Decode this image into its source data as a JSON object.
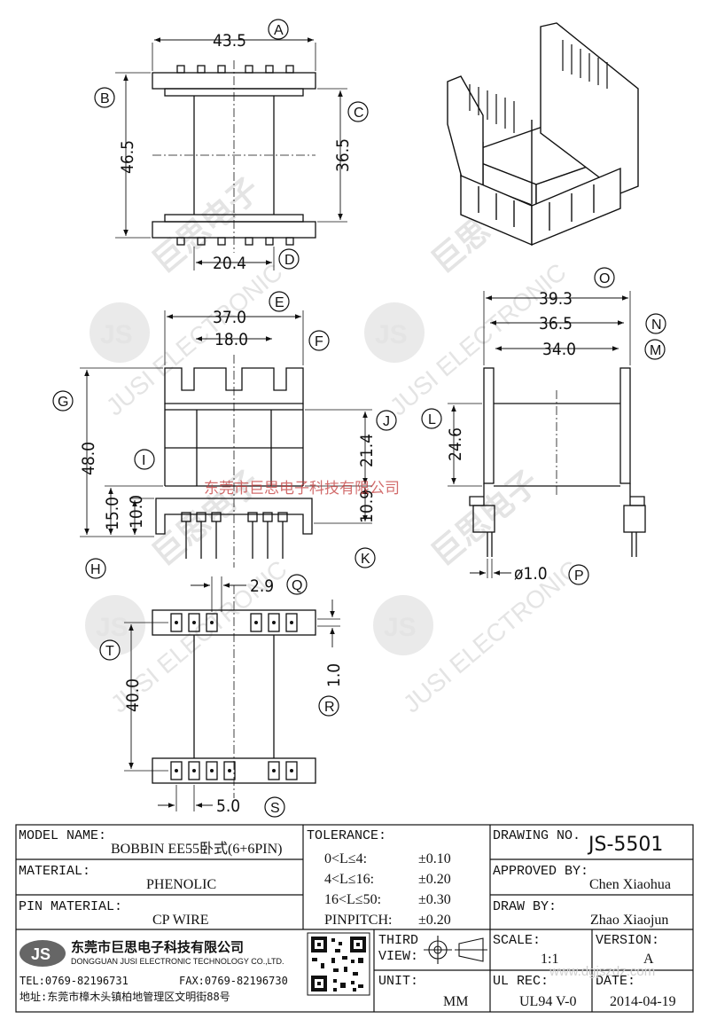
{
  "watermarks": {
    "brand": "JS",
    "company_en": "JUSI ELECTRONIC",
    "company_cn_vertical": "巨思电子",
    "overlay_company_cn": "东莞市巨思电子科技有限公司",
    "site": "www.dgjszdz.com"
  },
  "dimensions": {
    "A": "43.5",
    "B": "46.5",
    "C": "36.5",
    "D": "20.4",
    "E": "37.0",
    "F": "18.0",
    "G": "48.0",
    "H": "15.0",
    "I": "10.0",
    "J": "21.4",
    "K": "10.9",
    "O": "39.3",
    "N": "36.5",
    "M": "34.0",
    "L": "24.6",
    "P": "ø1.0",
    "Q": "2.9",
    "R": "1.0",
    "T": "40.0",
    "S": "5.0"
  },
  "callouts": [
    "A",
    "B",
    "C",
    "D",
    "E",
    "F",
    "G",
    "H",
    "I",
    "J",
    "K",
    "L",
    "M",
    "N",
    "O",
    "P",
    "Q",
    "R",
    "S",
    "T"
  ],
  "title_block": {
    "model_name_label": "MODEL NAME:",
    "model_name_value": "BOBBIN EE55卧式(6+6PIN)",
    "material_label": "MATERIAL:",
    "material_value": "PHENOLIC",
    "pin_material_label": "PIN MATERIAL:",
    "pin_material_value": "CP WIRE",
    "tolerance_label": "TOLERANCE:",
    "tolerances": [
      {
        "range": "0<L≤4:",
        "value": "±0.10"
      },
      {
        "range": "4<L≤16:",
        "value": "±0.20"
      },
      {
        "range": "16<L≤50:",
        "value": "±0.30"
      },
      {
        "range": "PINPITCH:",
        "value": "±0.20"
      }
    ],
    "drawing_no_label": "DRAWING NO.",
    "drawing_no_value": "JS-5501",
    "approved_by_label": "APPROVED BY:",
    "approved_by_value": "Chen Xiaohua",
    "draw_by_label": "DRAW BY:",
    "draw_by_value": "Zhao Xiaojun",
    "company_logo": "JS",
    "company_cn": "东莞市巨思电子科技有限公司",
    "company_en": "DONGGUAN JUSI ELECTRONIC TECHNOLOGY CO.,LTD.",
    "tel": "TEL:0769-82196731",
    "fax": "FAX:0769-82196730",
    "address": "地址:东莞市樟木头镇柏地管理区文明街88号",
    "third_view_label_1": "THIRD",
    "third_view_label_2": "VIEW:",
    "unit_label": "UNIT:",
    "unit_value": "MM",
    "scale_label": "SCALE:",
    "scale_value": "1:1",
    "version_label": "VERSION:",
    "version_value": "A",
    "ul_rec_label": "UL REC:",
    "ul_rec_value": "UL94 V-0",
    "date_label": "DATE:",
    "date_value": "2014-04-19"
  }
}
